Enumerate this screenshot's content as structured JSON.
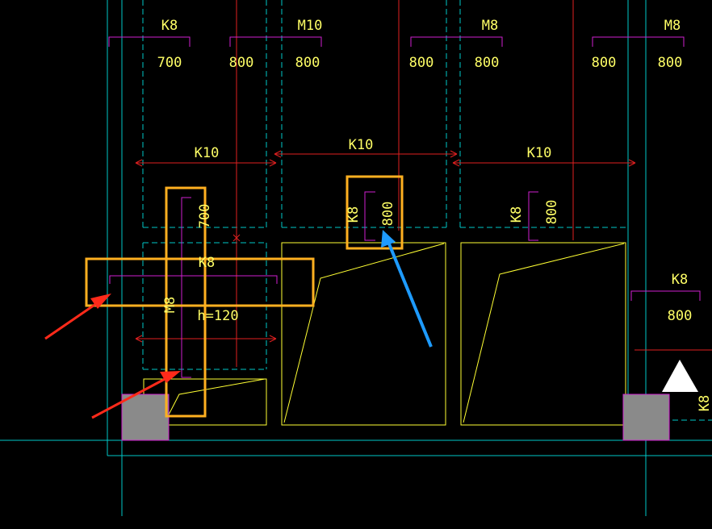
{
  "colors": {
    "background": "#000000",
    "grid": "#00c8c8",
    "rebar_red": "#e02020",
    "text_yellow": "#ffff66",
    "dim_magenta": "#d020d0",
    "slab_yellow": "#ffff33",
    "highlight": "#ffb020",
    "arrow_red": "#ff2a1a",
    "arrow_blue": "#1e9bff",
    "column_fill": "#8a8a8a",
    "marker": "#ffffff"
  },
  "labels": {
    "top_1": "K8",
    "top_2": "M10",
    "top_3": "M8",
    "top_4": "M8",
    "dim_700_top": "700",
    "dim_800_a": "800",
    "dim_800_b": "800",
    "dim_800_c": "800",
    "dim_800_d": "800",
    "dim_800_e": "800",
    "dim_800_f": "800",
    "k10_1": "K10",
    "k10_2": "K10",
    "k10_3": "K10",
    "k8_vert_mid": "K8",
    "dim_800_vert_mid": "800",
    "k8_vert_right": "K8",
    "dim_800_vert_right": "800",
    "dim_700_vert_left": "700",
    "k8_left_highlight": "K8",
    "m8_vert_left": "M8",
    "thickness": "h=120",
    "k8_right_edge": "K8",
    "dim_800_right_edge": "800",
    "k8_partial_edge": "K8"
  }
}
